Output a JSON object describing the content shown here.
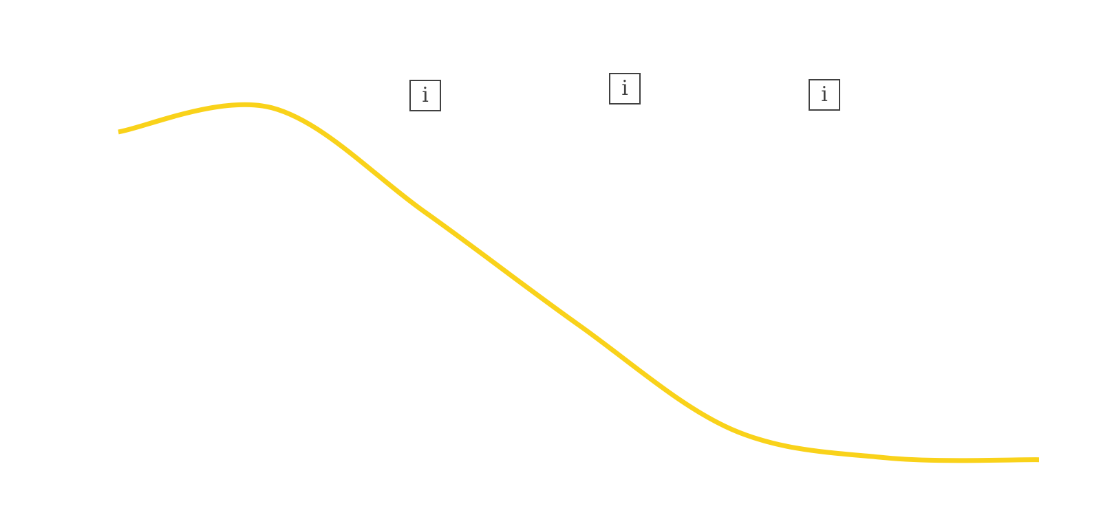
{
  "chart_data": {
    "type": "line",
    "title": "",
    "xlabel": "",
    "ylabel": "",
    "grid": false,
    "legend": "none",
    "series": [
      {
        "color": "#F9D21A",
        "x": [
          0,
          1,
          2,
          3,
          4,
          5,
          6
        ],
        "y": [
          0.86,
          0.92,
          0.66,
          0.38,
          0.12,
          0.05,
          0.045
        ]
      }
    ],
    "markers": [
      {
        "glyph": "i",
        "x": 2.0
      },
      {
        "glyph": "i",
        "x": 3.3
      },
      {
        "glyph": "i",
        "x": 4.6
      }
    ],
    "colors": {
      "line": "#F9D21A",
      "marker_border": "#404040",
      "background": "#FFFFFF"
    },
    "icons": [
      "info-icon"
    ]
  }
}
